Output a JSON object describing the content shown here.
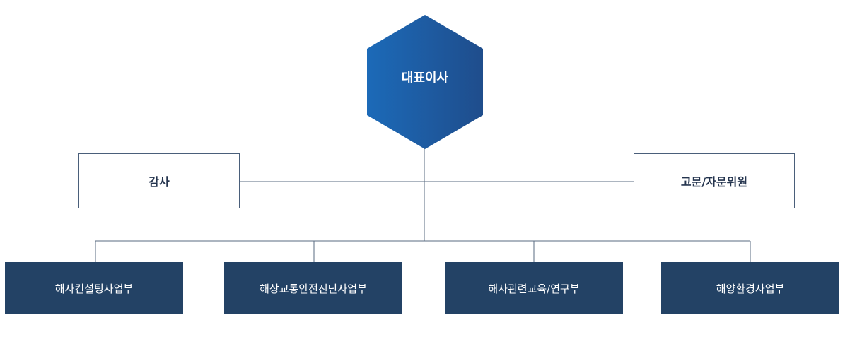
{
  "chart_data": {
    "type": "org-chart",
    "root": "대표이사",
    "side_left": "감사",
    "side_right": "고문/자문위원",
    "departments": [
      "해사컨설팅사업부",
      "해상교통안전진단사업부",
      "해사관련교육/연구부",
      "해양환경사업부"
    ]
  },
  "colors": {
    "hex_gradient_start": "#1c6ab8",
    "hex_gradient_end": "#1f4d8c",
    "dept_box": "#234265",
    "line": "#5a6b80"
  }
}
